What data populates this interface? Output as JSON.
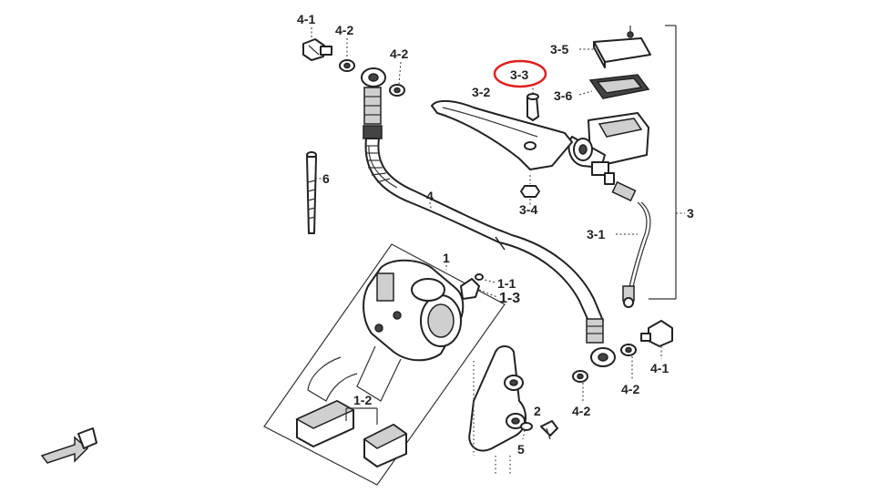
{
  "labels": {
    "l_4_1_top": "4-1",
    "l_4_2_top_a": "4-2",
    "l_4_2_top_b": "4-2",
    "l_3_5": "3-5",
    "l_3_3": "3-3",
    "l_3_2": "3-2",
    "l_3_6": "3-6",
    "l_3": "3",
    "l_3_4": "3-4",
    "l_3_1": "3-1",
    "l_6": "6",
    "l_4": "4",
    "l_1": "1",
    "l_1_1": "1-1",
    "l_1_3": "1-3",
    "l_1_2": "1-2",
    "l_2": "2",
    "l_5": "5",
    "l_4_1_bot": "4-1",
    "l_4_2_bot_a": "4-2",
    "l_4_2_bot_b": "4-2"
  },
  "highlight": {
    "target": "3-3",
    "color": "#e02020"
  }
}
